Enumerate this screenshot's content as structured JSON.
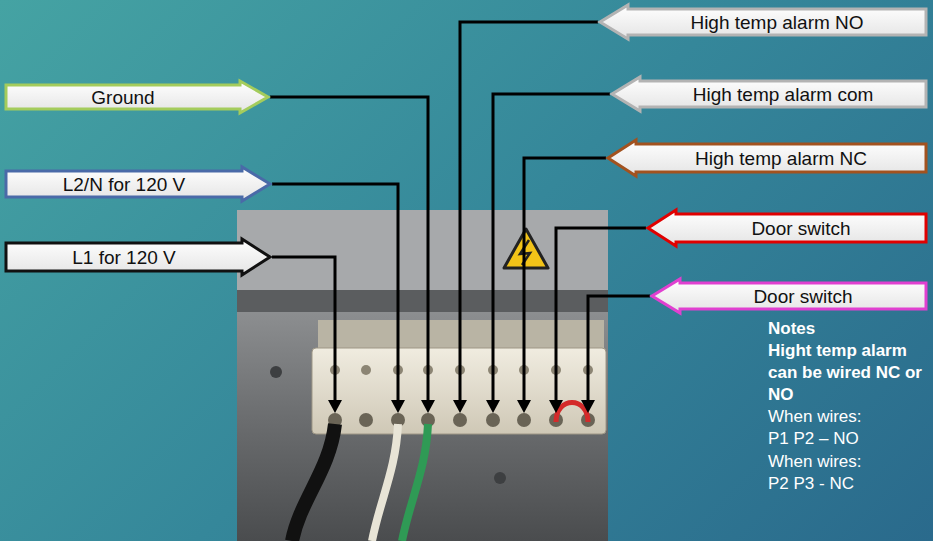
{
  "diagram": {
    "nodes": [
      {
        "text": [
          "Ground"
        ]
      },
      {
        "text": [
          "L2/N for 120 V"
        ]
      },
      {
        "text": [
          "L1 for 120 V"
        ]
      },
      {
        "text": [
          "High temp alarm NO"
        ]
      },
      {
        "text": [
          "High temp alarm com"
        ]
      },
      {
        "text": [
          "High temp alarm NC"
        ]
      },
      {
        "text": [
          "Door switch"
        ]
      },
      {
        "text": [
          "Door switch"
        ]
      }
    ],
    "labels": [
      "Notes",
      "Hight temp alarm can be wired NC or NO",
      "When wires:",
      "P1 P2 – NO",
      "When wires:",
      "P2 P3 - NC"
    ]
  }
}
